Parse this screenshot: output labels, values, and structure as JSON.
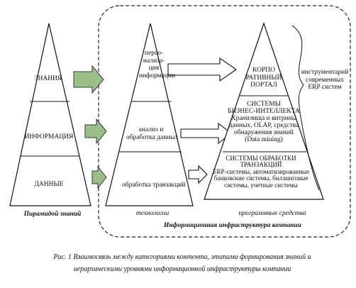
{
  "knowledge_pyramid": {
    "levels": [
      "ЗНАНИЯ",
      "ИНФОРМАЦИЯ",
      "ДАННЫЕ"
    ],
    "label": "Пирамидой знаний"
  },
  "technologies": {
    "items": [
      "персо-",
      "нализа-",
      "ция",
      "информации",
      "анализ и",
      "обработка данных",
      "обработка транзакций"
    ],
    "label": "технологии"
  },
  "software": {
    "portal": [
      "КОРПО",
      "РАТИВНЫЙ",
      "ПОРТАЛ"
    ],
    "bi": [
      "СИСТЕМЫ",
      "БИЗНЕС-ИНТЕЛЛЕКТА",
      "Хранилища и витрины",
      "данных, OLAP, средства",
      "обнаружения знаний",
      "(Data mining)"
    ],
    "tps": [
      "СИСТЕМЫ ОБРАБОТКИ",
      "ТРАНЗАКЦИЙ",
      "ERP-системы, автоматизированные",
      "банковские системы, биллинговые",
      "системы, учетные системы"
    ],
    "label": "программные средства"
  },
  "annotation": [
    "инструментарий",
    "современных",
    "ERP систем"
  ],
  "infrastructure_label": "Информационная инфраструктура компании",
  "caption": {
    "line1": "Рис. 1 Взаимосвязь между категориями контента, этапами формирования знаний и",
    "line2": "иерархическими уровнями информационной инфраструктуры компании"
  }
}
